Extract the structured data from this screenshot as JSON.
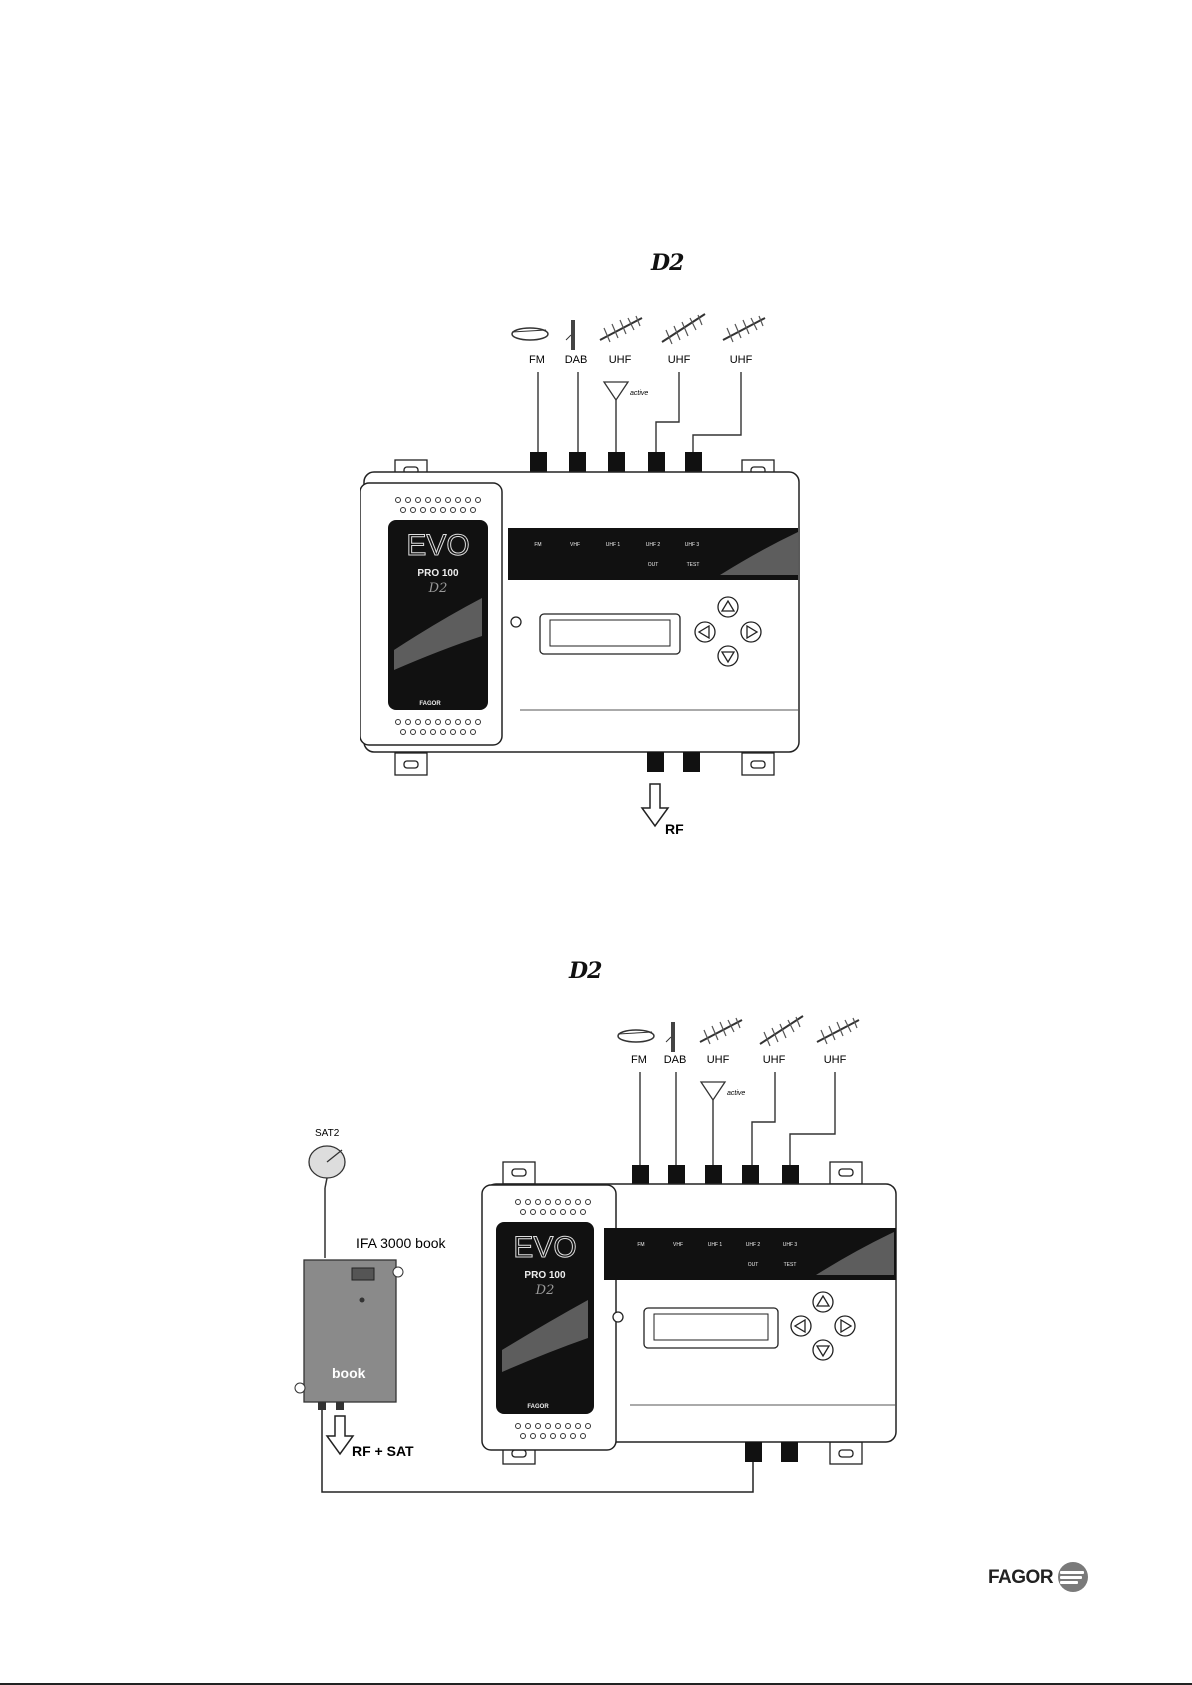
{
  "figures": [
    {
      "title": "D2",
      "antennas": [
        {
          "label": "FM",
          "icon": "fm-dipole-icon"
        },
        {
          "label": "DAB",
          "icon": "dab-antenna-icon"
        },
        {
          "label": "UHF",
          "icon": "uhf-yagi-icon"
        },
        {
          "label": "UHF",
          "icon": "uhf-yagi-icon"
        },
        {
          "label": "UHF",
          "icon": "uhf-yagi-icon"
        }
      ],
      "active_label": "active",
      "device": {
        "brand": "EVO",
        "model": "PRO 100",
        "variant": "D2",
        "maker": "FAGOR",
        "inputs": [
          "FM",
          "VHF",
          "UHF 1",
          "UHF 2",
          "UHF 3"
        ],
        "outputs": [
          "OUT",
          "TEST"
        ]
      },
      "output_label": "RF"
    },
    {
      "title": "D2",
      "antennas": [
        {
          "label": "FM",
          "icon": "fm-dipole-icon"
        },
        {
          "label": "DAB",
          "icon": "dab-antenna-icon"
        },
        {
          "label": "UHF",
          "icon": "uhf-yagi-icon"
        },
        {
          "label": "UHF",
          "icon": "uhf-yagi-icon"
        },
        {
          "label": "UHF",
          "icon": "uhf-yagi-icon"
        }
      ],
      "active_label": "active",
      "device": {
        "brand": "EVO",
        "model": "PRO 100",
        "variant": "D2",
        "maker": "FAGOR",
        "inputs": [
          "FM",
          "VHF",
          "UHF 1",
          "UHF 2",
          "UHF 3"
        ],
        "outputs": [
          "OUT",
          "TEST"
        ]
      },
      "satellite_label": "SAT2",
      "ifa_label": "IFA 3000 book",
      "book_label": "book",
      "output_label": "RF + SAT"
    }
  ],
  "footer": {
    "logo_text": "FAGOR"
  },
  "colors": {
    "line": "#222222",
    "panel": "#111111",
    "ifa_box": "#8a8a8a"
  }
}
